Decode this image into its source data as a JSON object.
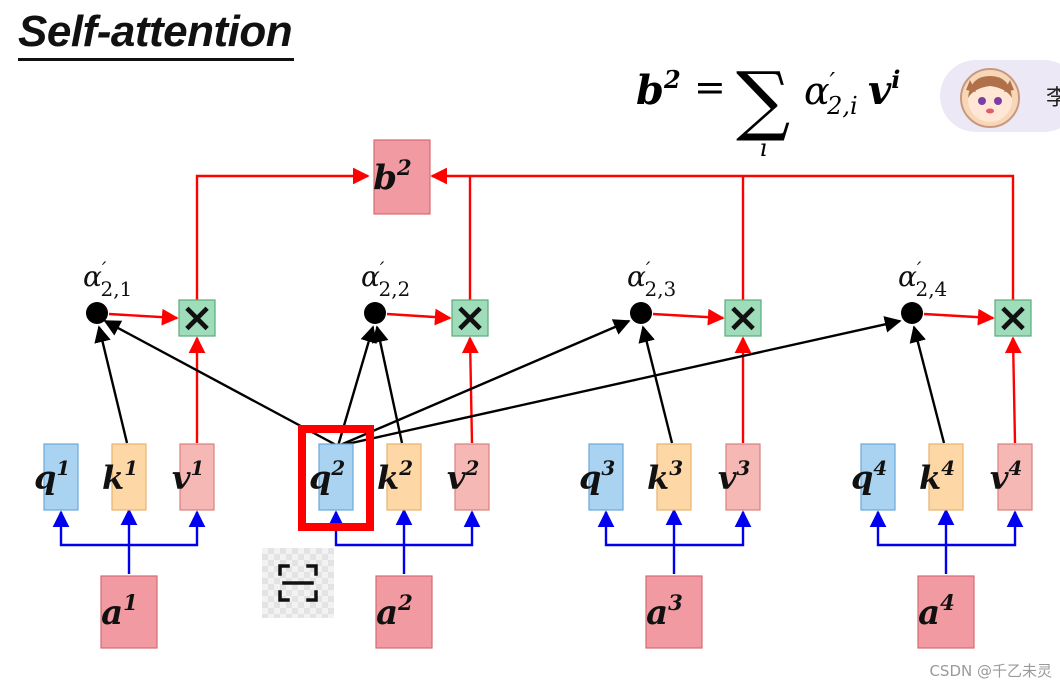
{
  "title": "Self-attention",
  "formula": {
    "lhs_base": "b",
    "lhs_sup": "2",
    "equals": "=",
    "sum_symbol": "∑",
    "sum_index": "i",
    "alpha": "α",
    "prime": "′",
    "alpha_sub": "2,i",
    "v_base": "v",
    "v_sup": "i"
  },
  "output": {
    "base": "b",
    "sup": "2"
  },
  "groups": [
    {
      "q": {
        "base": "q",
        "sup": "1"
      },
      "k": {
        "base": "k",
        "sup": "1"
      },
      "v": {
        "base": "v",
        "sup": "1"
      },
      "a": {
        "base": "a",
        "sup": "1"
      },
      "alpha": {
        "base": "α",
        "prime": "′",
        "sub": "2,1"
      }
    },
    {
      "q": {
        "base": "q",
        "sup": "2"
      },
      "k": {
        "base": "k",
        "sup": "2"
      },
      "v": {
        "base": "v",
        "sup": "2"
      },
      "a": {
        "base": "a",
        "sup": "2"
      },
      "alpha": {
        "base": "α",
        "prime": "′",
        "sub": "2,2"
      }
    },
    {
      "q": {
        "base": "q",
        "sup": "3"
      },
      "k": {
        "base": "k",
        "sup": "3"
      },
      "v": {
        "base": "v",
        "sup": "3"
      },
      "a": {
        "base": "a",
        "sup": "3"
      },
      "alpha": {
        "base": "α",
        "prime": "′",
        "sub": "2,3"
      }
    },
    {
      "q": {
        "base": "q",
        "sup": "4"
      },
      "k": {
        "base": "k",
        "sup": "4"
      },
      "v": {
        "base": "v",
        "sup": "4"
      },
      "a": {
        "base": "a",
        "sup": "4"
      },
      "alpha": {
        "base": "α",
        "prime": "′",
        "sub": "2,4"
      }
    }
  ],
  "multiply_symbol": "×",
  "highlighted_query": "q2",
  "colors": {
    "q_fill": "#a9d3f1",
    "q_stroke": "#6aa8d8",
    "k_fill": "#fdd8a6",
    "k_stroke": "#e9b26c",
    "v_fill": "#f6b8b4",
    "v_stroke": "#d98080",
    "a_fill": "#f19aa1",
    "a_stroke": "#d46b73",
    "mult_fill": "#9fdcb9",
    "mult_stroke": "#5aa97c",
    "red_arrow": "#ff0000",
    "blue_arrow": "#0000ee",
    "black_arrow": "#000000",
    "highlight": "#ff0000"
  },
  "avatar": {
    "name": "李",
    "icon": "anime-avatar-icon"
  },
  "scan_button": {
    "icon": "scan-icon"
  },
  "watermark": "CSDN @千乙未灵"
}
